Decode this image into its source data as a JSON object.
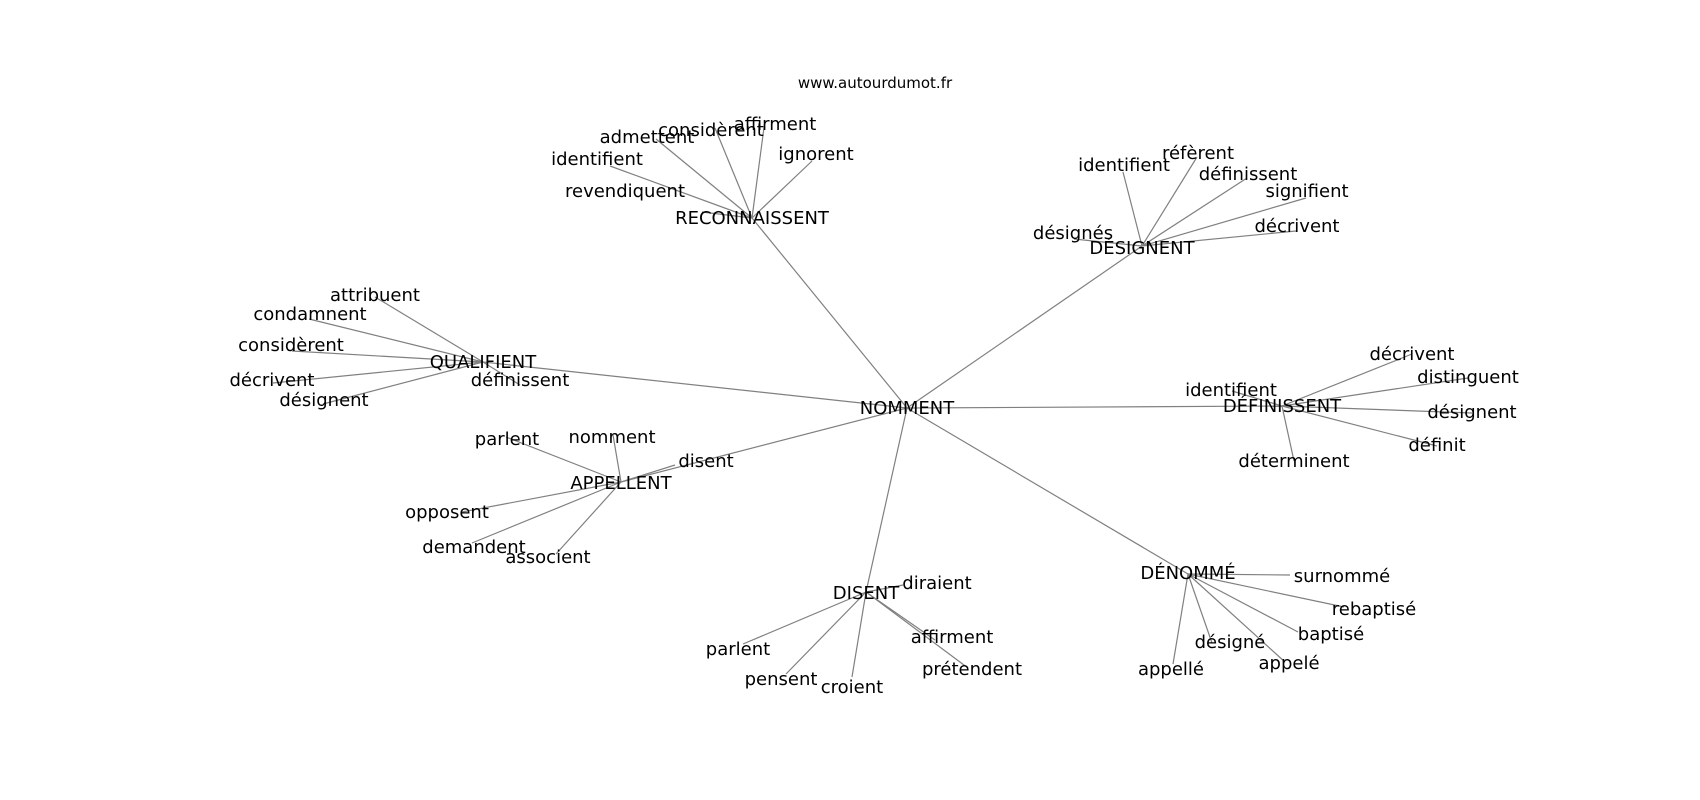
{
  "site": "www.autourdumot.fr",
  "center": "NOMMENT",
  "clusters": [
    {
      "id": "reconnaissent",
      "label": "RECONNAISSENT",
      "leaves": [
        "revendiquent",
        "identifient",
        "admettent",
        "considèrent",
        "affirment",
        "ignorent"
      ]
    },
    {
      "id": "designent",
      "label": "DÉSIGNENT",
      "leaves": [
        "désignés",
        "identifient",
        "réfèrent",
        "définissent",
        "signifient",
        "décrivent"
      ]
    },
    {
      "id": "qualifient",
      "label": "QUALIFIENT",
      "leaves": [
        "attribuent",
        "condamnent",
        "considèrent",
        "décrivent",
        "désignent",
        "définissent"
      ]
    },
    {
      "id": "definissent",
      "label": "DÉFINISSENT",
      "leaves": [
        "identifient",
        "décrivent",
        "distinguent",
        "désignent",
        "définit",
        "déterminent"
      ]
    },
    {
      "id": "appellent",
      "label": "APPELLENT",
      "leaves": [
        "parlent",
        "nomment",
        "disent",
        "opposent",
        "demandent",
        "associent"
      ]
    },
    {
      "id": "disent",
      "label": "DISENT",
      "leaves": [
        "diraient",
        "affirment",
        "prétendent",
        "croient",
        "pensent",
        "parlent"
      ]
    },
    {
      "id": "denomme",
      "label": "DÉNOMMÉ",
      "leaves": [
        "surnommé",
        "rebaptisé",
        "baptisé",
        "appelé",
        "désigné",
        "appellé"
      ]
    }
  ]
}
